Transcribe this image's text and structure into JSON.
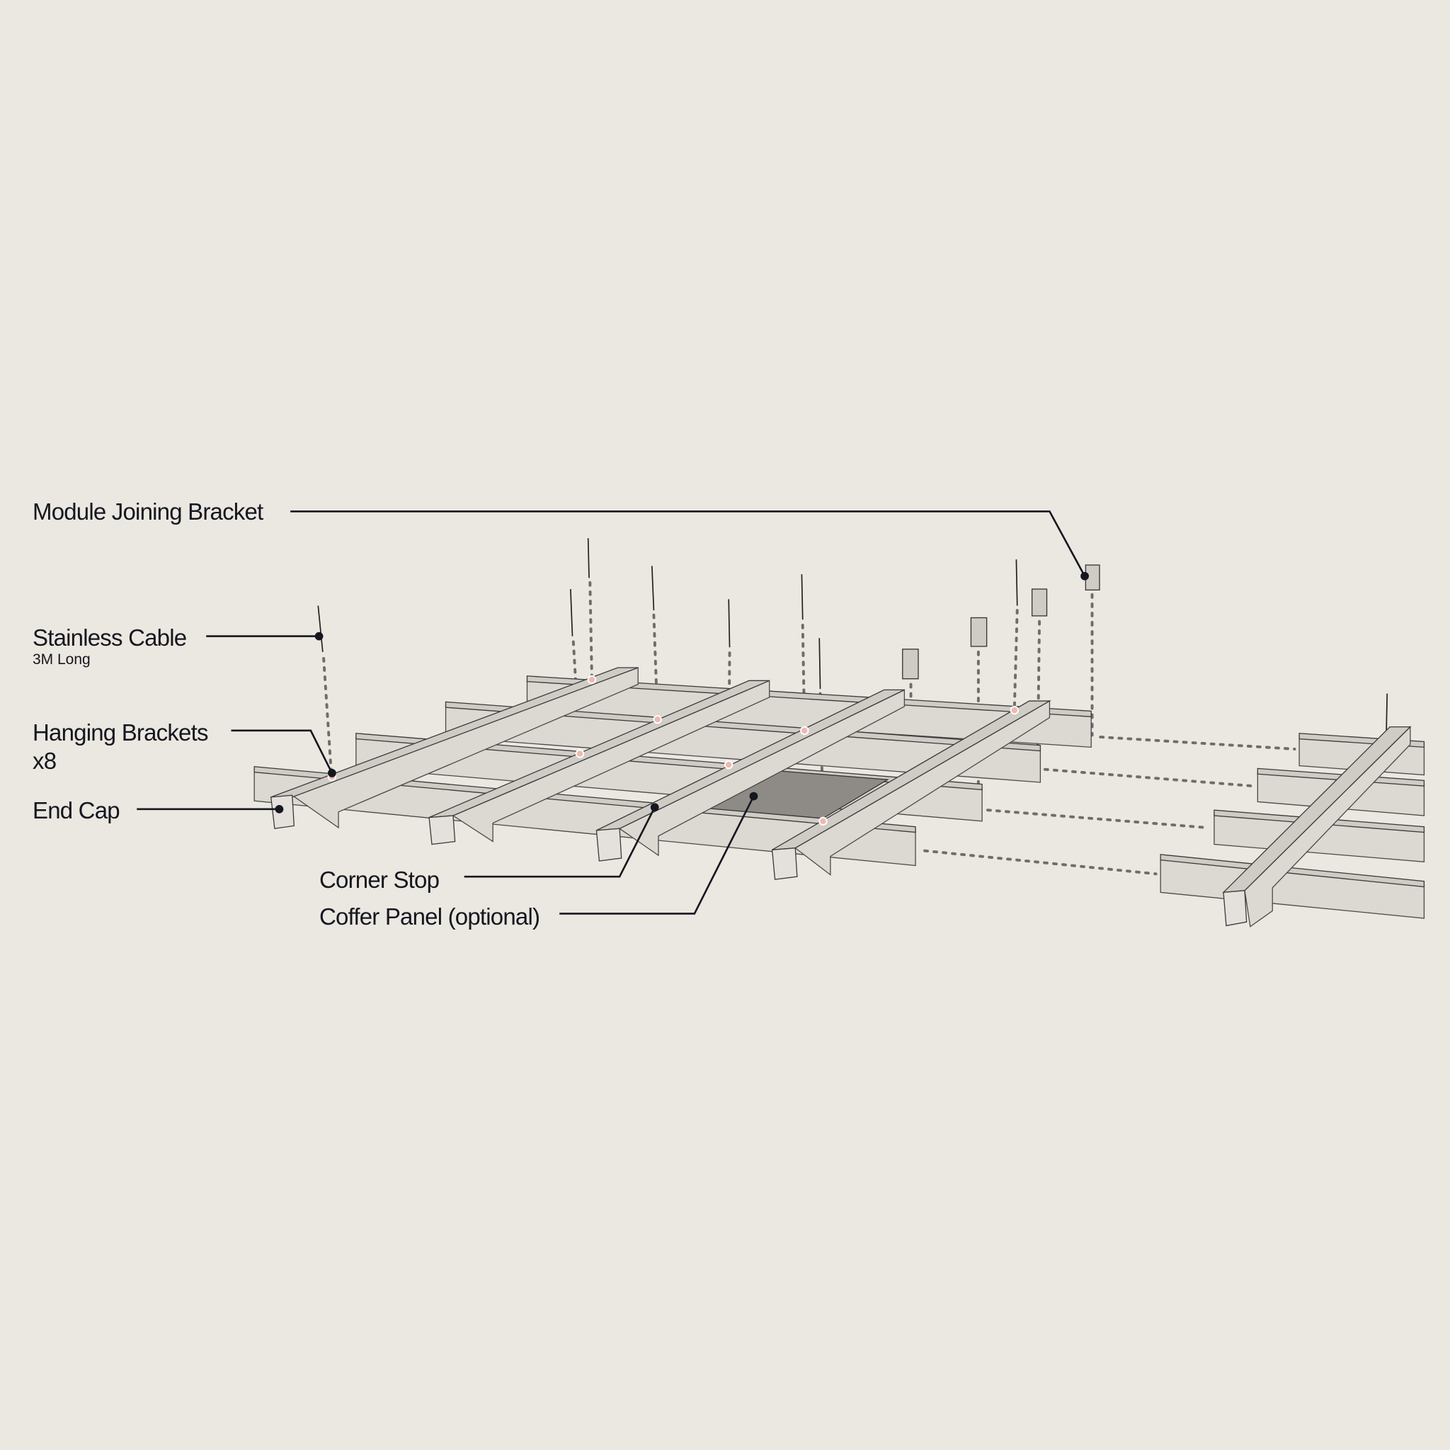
{
  "diagram": {
    "labels": {
      "module_joining_bracket": "Module Joining Bracket",
      "stainless_cable": "Stainless Cable",
      "stainless_cable_note": "3M Long",
      "hanging_brackets": "Hanging Brackets",
      "hanging_brackets_qty": "x8",
      "end_cap": "End Cap",
      "corner_stop": "Corner Stop",
      "coffer_panel": "Coffer Panel (optional)"
    },
    "colors": {
      "background": "#ebe7e1",
      "leader": "#15171f",
      "coffer_panel": "#8e8b87",
      "hanging_bracket_marker": "#f0b8ae"
    }
  }
}
